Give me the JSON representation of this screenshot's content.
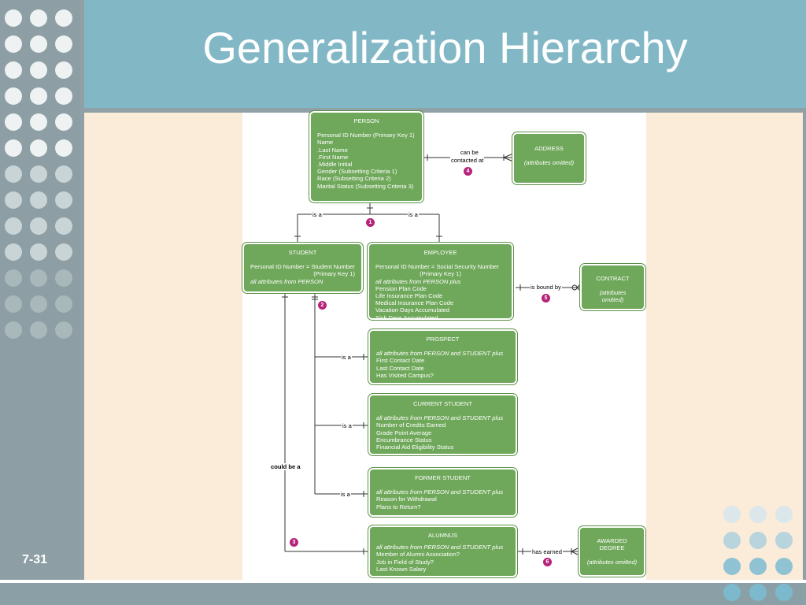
{
  "slide": {
    "title": "Generalization Hierarchy",
    "number": "7-31"
  },
  "colors": {
    "header": "#82b8c6",
    "sidebar": "#8d9fa4",
    "entity_fill": "#6fa85a",
    "badge": "#b5237a",
    "panel": "#fbebd9"
  },
  "entities": {
    "person": {
      "title": "PERSON",
      "lines": [
        "Personal ID Number (Primary Key 1)",
        "Name",
        ".Last Name",
        ".First Name",
        ".Middle Initial",
        "Gender (Subsetting Criteria 1)",
        "Race (Subsetting Criteria 2)",
        "Marital Status (Subsetting Criteria 3)"
      ]
    },
    "address": {
      "title": "ADDRESS",
      "note": "(attributes omitted)"
    },
    "student": {
      "title": "STUDENT",
      "line1": "Personal ID Number = Student Number",
      "line2": "(Primary Key 1)",
      "italic": "all attributes from PERSON"
    },
    "employee": {
      "title": "EMPLOYEE",
      "line1": "Personal ID Number = Social Security Number",
      "line2": "(Primary Key 1)",
      "italic": "all attributes from PERSON plus",
      "lines": [
        "Pension Plan Code",
        "Life Insurance Plan Code",
        "Medical Insurance Plan Code",
        "Vacation Days Accumulated",
        "Sick Days Accumulated"
      ]
    },
    "contract": {
      "title": "CONTRACT",
      "note": "(attributes omitted)"
    },
    "prospect": {
      "title": "PROSPECT",
      "italic": "all attributes from PERSON and STUDENT plus",
      "lines": [
        "First Contact Date",
        "Last Contact Date",
        "Has Visited Campus?"
      ]
    },
    "current_student": {
      "title": "CURRENT STUDENT",
      "italic": "all attributes from PERSON and STUDENT plus",
      "lines": [
        "Number of Credits Earned",
        "Grade Point Average",
        "Encumbrance Status",
        "Financial Aid Eligibility Status"
      ]
    },
    "former_student": {
      "title": "FORMER STUDENT",
      "italic": "all attributes from PERSON and STUDENT plus",
      "lines": [
        "Reason for Withdrawal",
        "Plans to Return?"
      ]
    },
    "alumnus": {
      "title": "ALUMNUS",
      "italic": "all attributes from PERSON and STUDENT plus",
      "lines": [
        "Member of Alumni Association?",
        "Job in Field of Study?",
        "Last Known Salary"
      ]
    },
    "awarded_degree": {
      "title": "AWARDED DEGREE",
      "note": "(attributes omitted)"
    }
  },
  "relationships": {
    "can_be_contacted_at": [
      "can be",
      "contacted at"
    ],
    "is_a": "is a",
    "is_bound_by": "is bound by",
    "could_be_a": "could be a",
    "has_earned": "has earned"
  },
  "badges": [
    "1",
    "2",
    "3",
    "4",
    "5",
    "6"
  ]
}
